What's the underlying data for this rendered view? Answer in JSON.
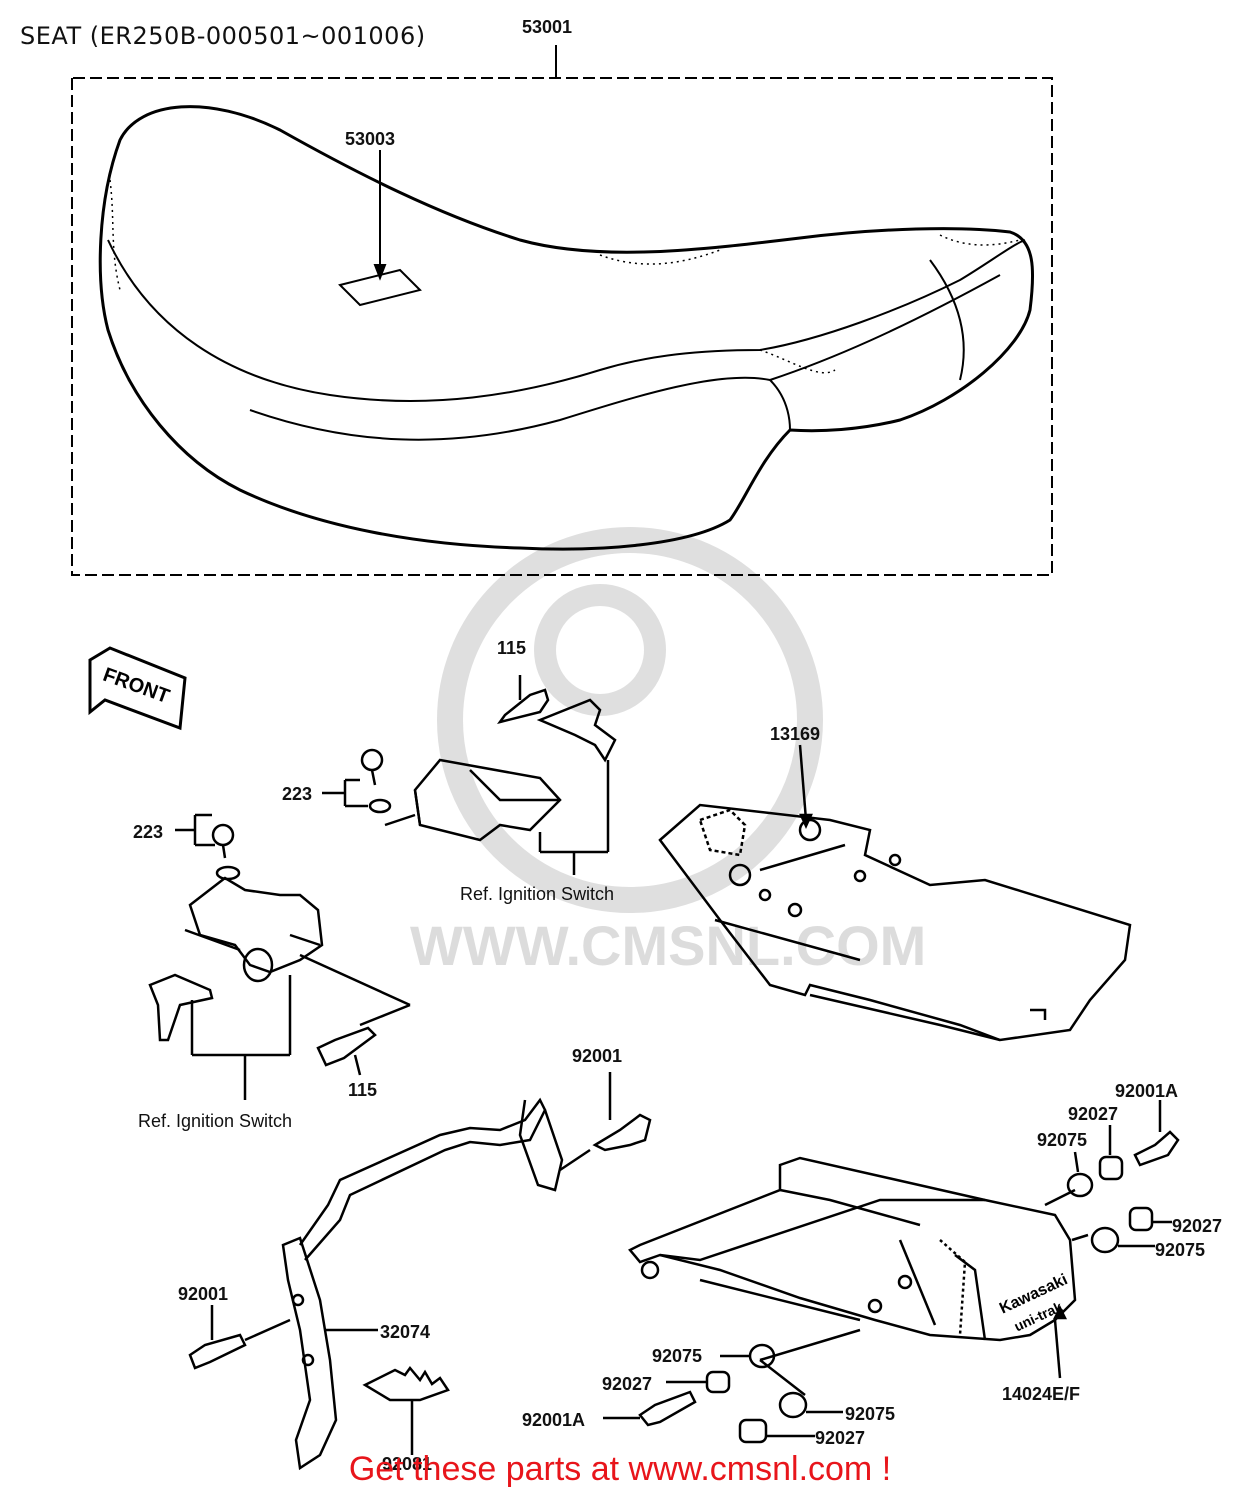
{
  "page": {
    "title": "SEAT (ER250B-000501~001006)",
    "footer": "Get these parts at www.cmsnl.com !",
    "watermark": "WWW.CMSNL.COM",
    "front_marker": "FRONT",
    "footer_color": "#e8151b"
  },
  "parts": {
    "p53001": "53001",
    "p53003": "53003",
    "p115_top": "115",
    "p115_bottom": "115",
    "p223_a": "223",
    "p223_b": "223",
    "p13169": "13169",
    "p92001_top": "92001",
    "p92001_left": "92001",
    "p32074": "32074",
    "p92081": "92081",
    "p92001A_top": "92001A",
    "p92027_a": "92027",
    "p92075_a": "92075",
    "p92027_b": "92027",
    "p92075_b": "92075",
    "p92075_c": "92075",
    "p92027_c": "92027",
    "p92001A_bottom": "92001A",
    "p92075_d": "92075",
    "p92027_d": "92027",
    "p14024": "14024E/F"
  },
  "references": {
    "ignition_switch_top": "Ref. Ignition Switch",
    "ignition_switch_bottom": "Ref. Ignition Switch"
  },
  "decal": {
    "line1": "Kawasaki",
    "line2": "uni-trak"
  }
}
